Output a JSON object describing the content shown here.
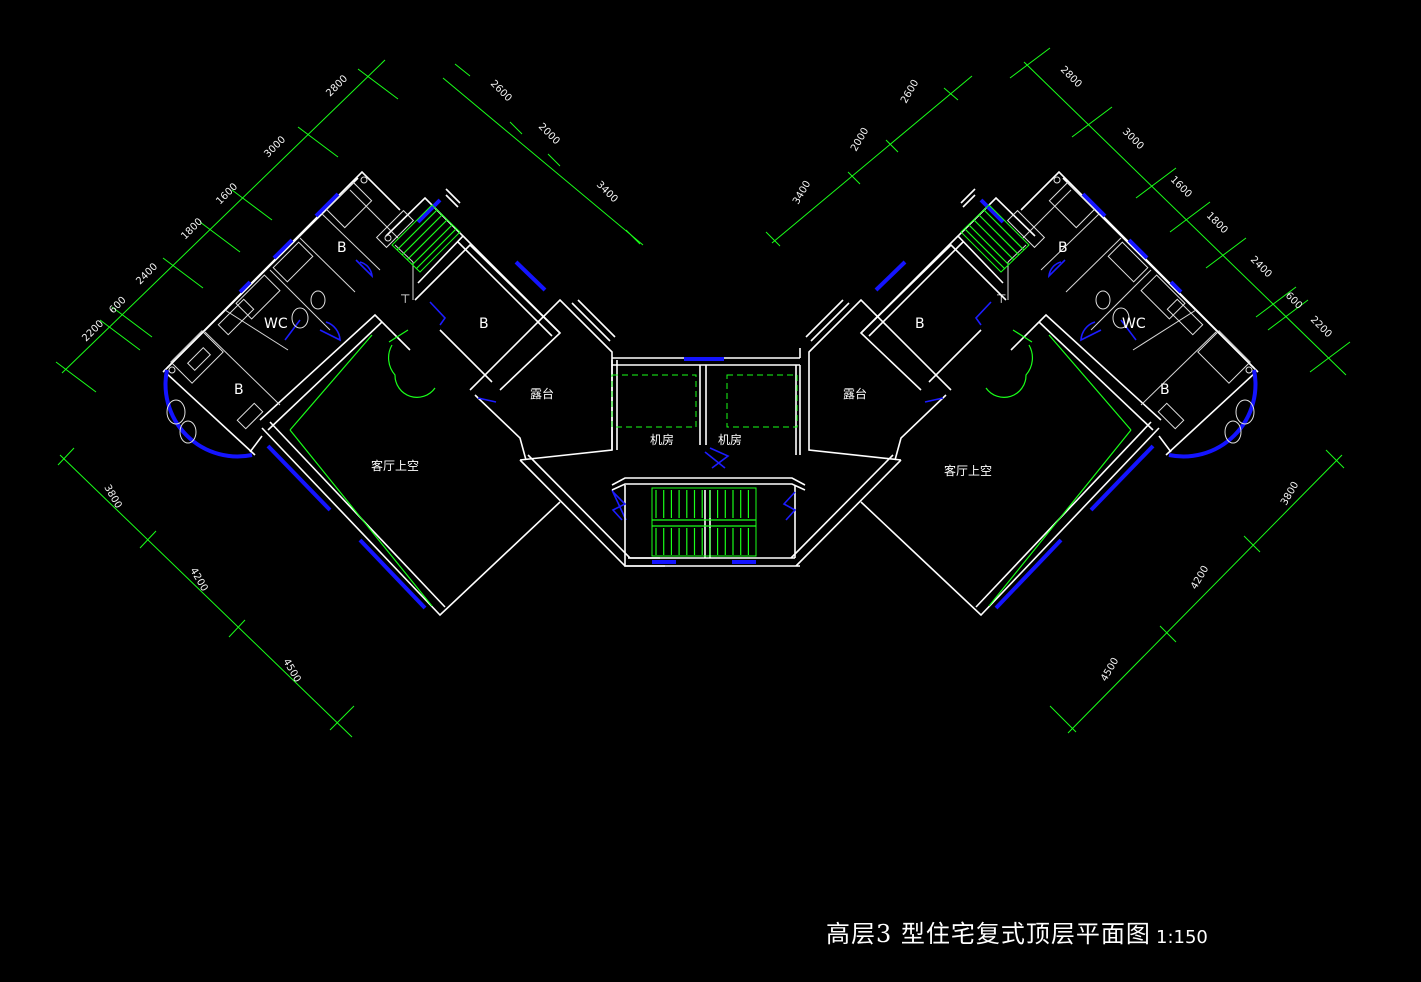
{
  "drawing": {
    "title": "高层3 型住宅复式顶层平面图",
    "scale": "1:150"
  },
  "rooms": {
    "bedroom": "B",
    "toilet": "WC",
    "terrace": "露台",
    "living_void": "客厅上空",
    "machine_room": "机房"
  },
  "dimensions": {
    "left_upper_chain": [
      "2200",
      "600",
      "2400",
      "1800",
      "1600",
      "3000",
      "2800"
    ],
    "left_right_chain": [
      "2600",
      "2000",
      "3400"
    ],
    "left_lower_chain": [
      "3800",
      "4200",
      "4500"
    ],
    "right_upper_chain": [
      "2800",
      "3000",
      "1600",
      "1800",
      "2400",
      "600",
      "2200"
    ],
    "right_left_chain": [
      "3400",
      "2000",
      "2600"
    ],
    "right_lower_chain": [
      "3800",
      "4200",
      "4500"
    ]
  },
  "colors": {
    "background": "#000000",
    "walls": "#ffffff",
    "dimensions": "#19ff19",
    "windows_doors": "#1414ff"
  }
}
